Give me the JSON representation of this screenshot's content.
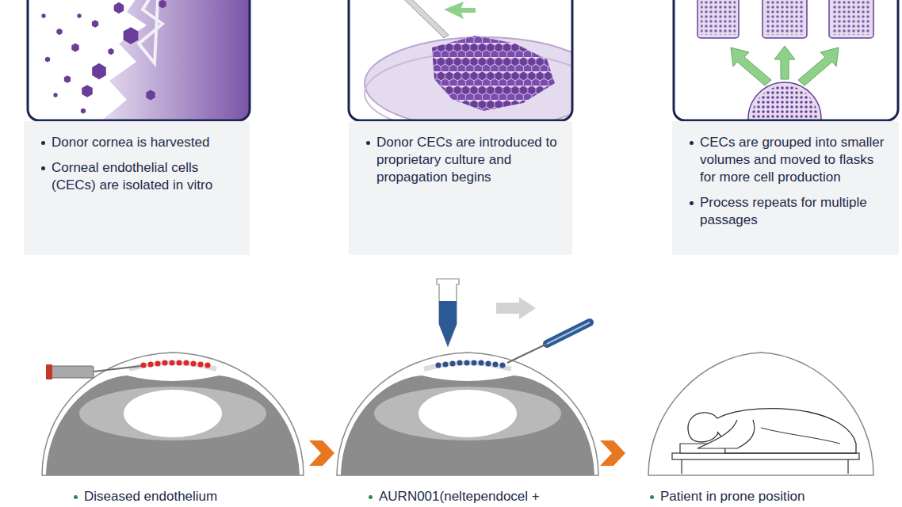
{
  "diagram": {
    "nodes": [
      {
        "text": [
          "Donor cornea is harvested",
          "Corneal endothelial cells (CECs) are isolated in vitro"
        ]
      },
      {
        "text": [
          "Donor CECs are introduced to proprietary culture and propagation begins"
        ]
      },
      {
        "text": [
          "CECs are grouped into smaller volumes and moved to flasks for more cell production",
          "Process repeats for multiple passages"
        ]
      }
    ],
    "labels": [
      "Diseased endothelium",
      "AURN001(neltependocel +",
      "Patient in prone position"
    ]
  }
}
